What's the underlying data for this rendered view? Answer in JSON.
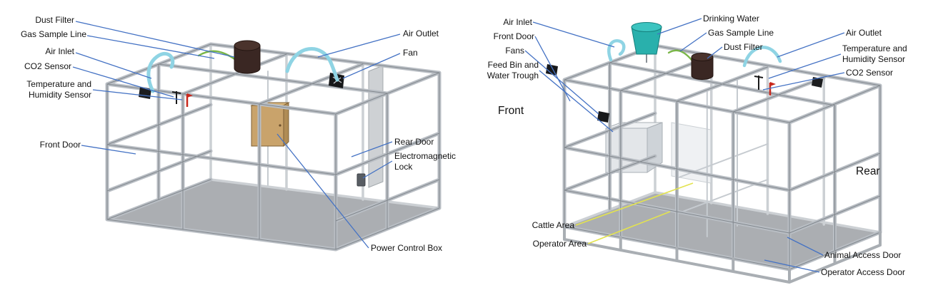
{
  "panels": {
    "left": {
      "labels": {
        "dust_filter": "Dust Filter",
        "gas_sample_line": "Gas Sample Line",
        "air_inlet": "Air Inlet",
        "co2_sensor": "CO2 Sensor",
        "temp_humidity": "Temperature and\nHumidity Sensor",
        "front_door": "Front Door",
        "air_outlet": "Air Outlet",
        "fan": "Fan",
        "rear_door": "Rear Door",
        "electromagnetic_lock": "Electromagnetic\nLock",
        "power_control_box": "Power Control Box"
      }
    },
    "right": {
      "labels": {
        "air_inlet": "Air Inlet",
        "front_door": "Front Door",
        "fans": "Fans",
        "feed_bin": "Feed Bin and\nWater Trough",
        "front": "Front",
        "drinking_water": "Drinking Water",
        "gas_sample_line": "Gas Sample Line",
        "dust_filter": "Dust Filter",
        "air_outlet": "Air Outlet",
        "temp_humidity": "Temperature and\nHumidity Sensor",
        "co2_sensor": "CO2 Sensor",
        "rear": "Rear",
        "cattle_area": "Cattle Area",
        "operator_area": "Operator Area",
        "animal_access_door": "Animal Access Door",
        "operator_access_door": "Operator Access Door"
      }
    }
  },
  "colors": {
    "background": "#ffffff",
    "leader_line": "#4472c4",
    "area_leader_line": "#e3e34f",
    "frame": "#b9bec4",
    "floor": "#a6aaae",
    "tube": "#8fd4e4",
    "gas_line": "#7ab648",
    "dust_filter": "#3a2723",
    "drinking_water_bucket": "#29b0ac",
    "power_control_box": "#c9a36b"
  }
}
